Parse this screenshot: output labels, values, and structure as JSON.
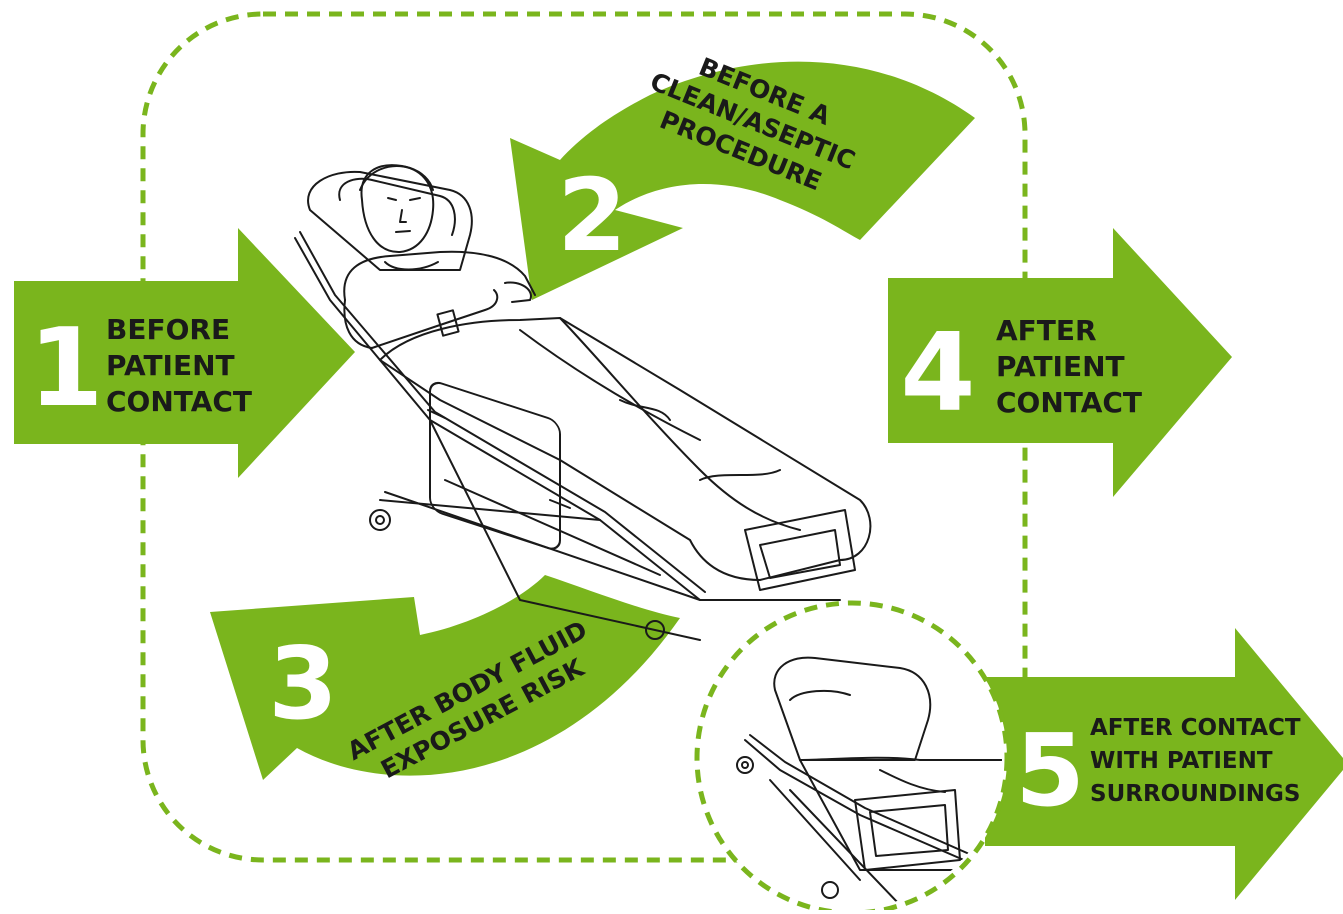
{
  "colors": {
    "accent": "#7ab51d",
    "ink": "#1a1a1a",
    "background": "#ffffff"
  },
  "moments": [
    {
      "number": "1",
      "lines": [
        "BEFORE",
        "PATIENT",
        "CONTACT"
      ]
    },
    {
      "number": "2",
      "lines": [
        "BEFORE A",
        "CLEAN/ASEPTIC",
        "PROCEDURE"
      ]
    },
    {
      "number": "3",
      "lines": [
        "AFTER BODY FLUID",
        "EXPOSURE RISK"
      ]
    },
    {
      "number": "4",
      "lines": [
        "AFTER",
        "PATIENT",
        "CONTACT"
      ]
    },
    {
      "number": "5",
      "lines": [
        "AFTER CONTACT",
        "WITH PATIENT",
        "SURROUNDINGS"
      ]
    }
  ],
  "illustrations": {
    "main": "patient-on-stretcher",
    "inset": "empty-stretcher"
  }
}
